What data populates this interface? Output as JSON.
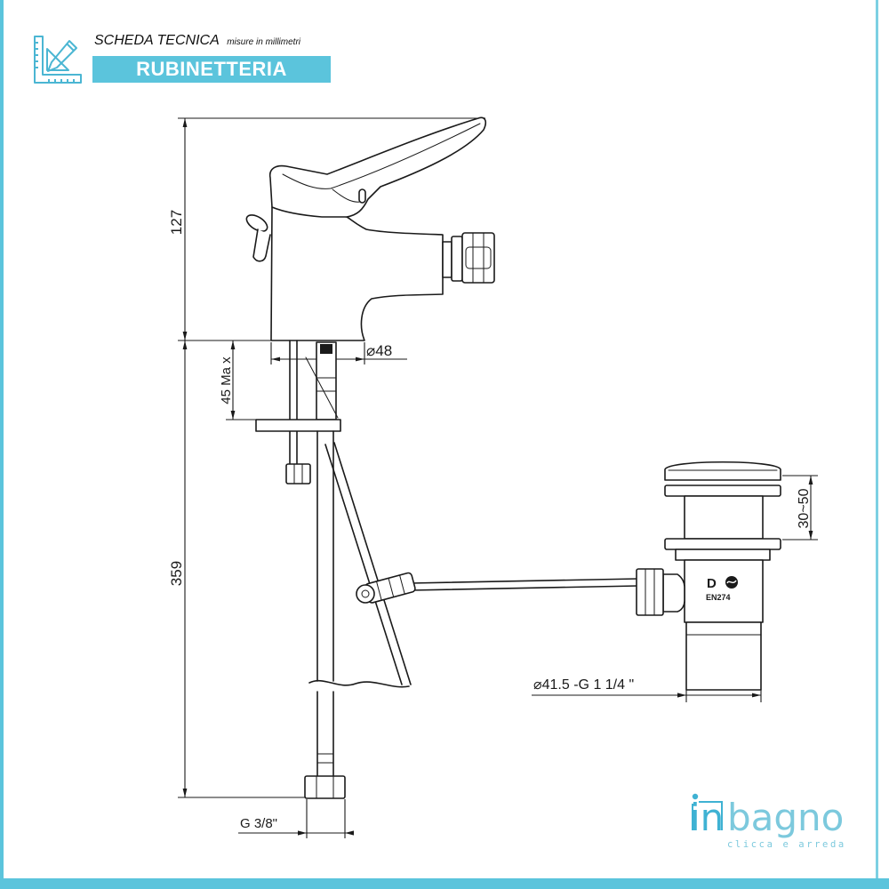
{
  "header": {
    "title": "SCHEDA TECNICA",
    "subtitle": "misure in millimetri",
    "category": "RUBINETTERIA",
    "icon": "ruler-pencil-icon"
  },
  "dimensions": {
    "height_top": "127",
    "max_thickness": "45 Ma x",
    "base_diameter": "⌀48",
    "height_bottom": "359",
    "drain_range": "30~50",
    "drain_thread": "⌀41.5 -G 1 1/4 \"",
    "hose_thread": "G 3/8\""
  },
  "drain_marking": {
    "brand_letter": "D",
    "standard": "EN274",
    "icon": "certification-mark-icon"
  },
  "logo": {
    "prefix": "in",
    "name": "bagno",
    "tagline": "clicca e arreda"
  },
  "colors": {
    "accent": "#5bc4dc",
    "line": "#1a1a1a",
    "logo_primary": "#3fb2d3",
    "logo_secondary": "#7cc9dd"
  }
}
